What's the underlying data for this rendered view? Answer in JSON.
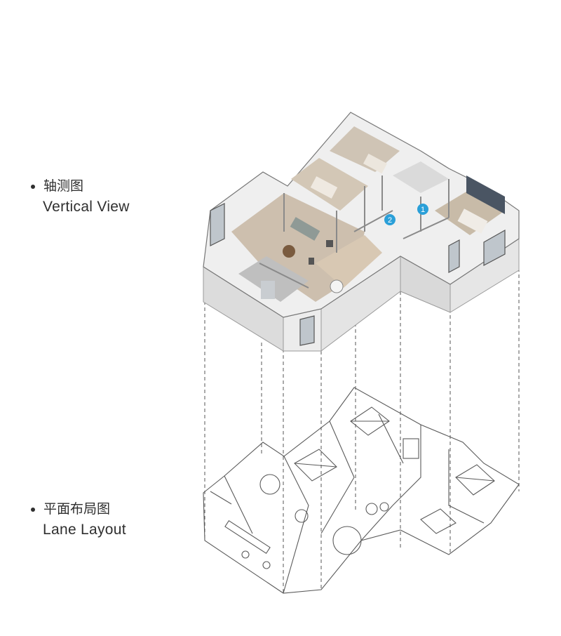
{
  "labels": {
    "axonometric": {
      "cn": "轴测图",
      "en": "Vertical View"
    },
    "floorplan": {
      "cn": "平面布局图",
      "en": "Lane Layout"
    }
  },
  "markers": [
    "1",
    "2"
  ],
  "colors": {
    "accent": "#2a9fd8",
    "wall": "#e7e7e7",
    "floor": "#c9bcaa",
    "text": "#2f2f2f"
  }
}
